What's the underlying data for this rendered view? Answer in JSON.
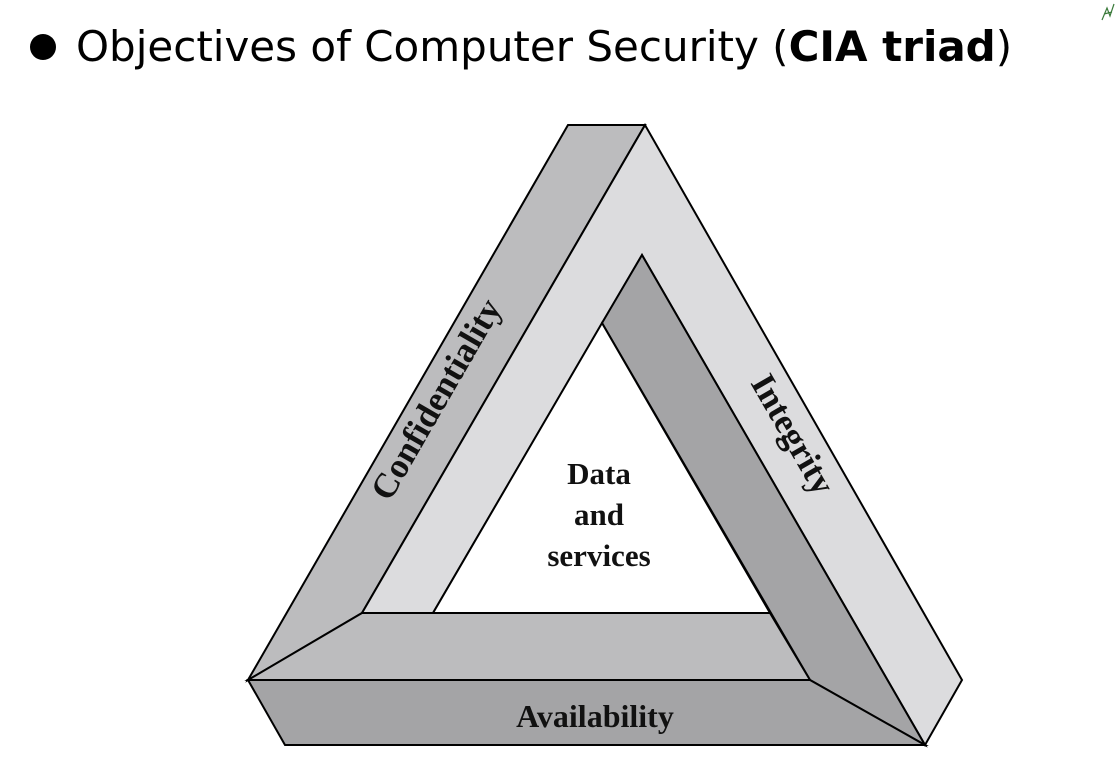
{
  "slide": {
    "title_prefix": "Objectives of Computer Security (",
    "title_bold": "CIA triad",
    "title_suffix": ")"
  },
  "diagram": {
    "sides": {
      "left": "Confidentiality",
      "right": "Integrity",
      "bottom": "Availability"
    },
    "center": [
      "Data",
      "and",
      "services"
    ],
    "colors": {
      "light_face": "#dcdcde",
      "medium_face": "#bcbcbe",
      "dark_face": "#a4a4a6",
      "edge": "#000000"
    }
  }
}
